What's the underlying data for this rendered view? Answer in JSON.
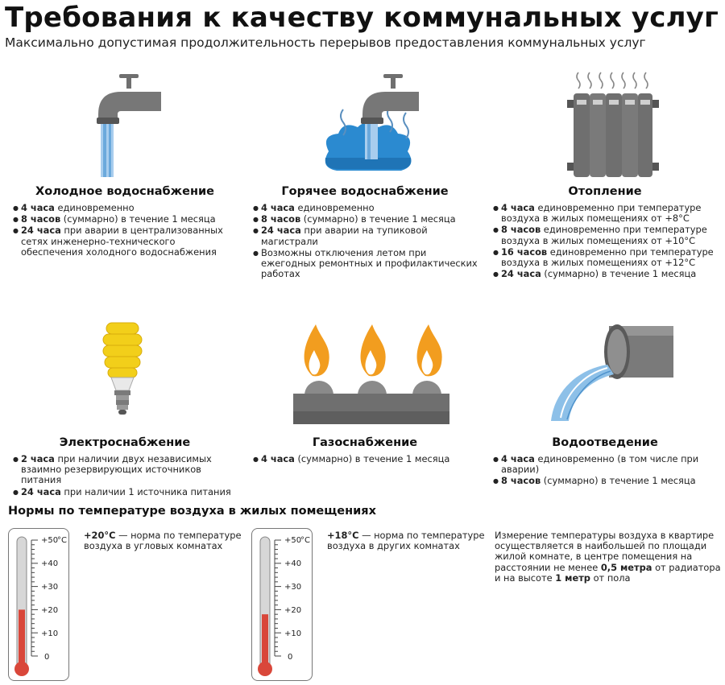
{
  "title": "Требования к качеству коммунальных услуг",
  "subtitle": "Максимально допустимая продолжительность перерывов предоставления коммунальных услуг",
  "services": [
    {
      "name": "Холодное водоснабжение",
      "icon": "cold-water-tap-icon",
      "items": [
        {
          "bold": "4 часа",
          "text": " единовременно"
        },
        {
          "bold": "8 часов",
          "text": " (суммарно) в течение 1 месяца"
        },
        {
          "bold": "24 часа",
          "text": " при аварии в централизованных сетях инженерно-технического обеспечения холодного водоснабжения"
        }
      ]
    },
    {
      "name": "Горячее водоснабжение",
      "icon": "hot-water-tap-icon",
      "items": [
        {
          "bold": "4 часа",
          "text": " единовременно"
        },
        {
          "bold": "8 часов",
          "text": " (суммарно) в течение 1 месяца"
        },
        {
          "bold": "24 часа",
          "text": " при аварии на тупиковой магистрали"
        },
        {
          "bold": "",
          "text": "Возможны отключения летом при ежегодных ремонтных и профилактических работах"
        }
      ]
    },
    {
      "name": "Отопление",
      "icon": "radiator-icon",
      "items": [
        {
          "bold": "4 часа",
          "text": " единовременно при температуре воздуха в жилых помещениях от +8°С"
        },
        {
          "bold": "8 часов",
          "text": " единовременно при температуре воздуха в жилых помещениях от +10°С"
        },
        {
          "bold": "16 часов",
          "text": " единовременно при температуре воздуха в жилых помещениях от +12°С"
        },
        {
          "bold": "24 часа",
          "text": " (суммарно) в течение 1 месяца"
        }
      ]
    },
    {
      "name": "Электроснабжение",
      "icon": "light-bulb-icon",
      "items": [
        {
          "bold": "2 часа",
          "text": " при наличии двух независимых взаимно резервирующих источников питания"
        },
        {
          "bold": "24 часа",
          "text": " при наличии 1 источника питания"
        }
      ]
    },
    {
      "name": "Газоснабжение",
      "icon": "gas-burner-icon",
      "items": [
        {
          "bold": "4 часа",
          "text": " (суммарно) в течение 1 месяца"
        }
      ]
    },
    {
      "name": "Водоотведение",
      "icon": "drain-pipe-icon",
      "items": [
        {
          "bold": "4 часа",
          "text": " единовременно (в том числе при аварии)"
        },
        {
          "bold": "8 часов",
          "text": " (суммарно) в течение 1 месяца"
        }
      ]
    }
  ],
  "norms": {
    "title": "Нормы по температуре воздуха в жилых помещениях",
    "scale_labels": [
      "+50",
      "+40",
      "+30",
      "+20",
      "+10",
      "0"
    ],
    "unit": "°С",
    "corner": {
      "bold": "+20°С",
      "text": " — норма по температуре воздуха в угловых комнатах",
      "level": 20
    },
    "other": {
      "bold": "+18°С",
      "text": " — норма по температуре воздуха в других комнатах",
      "level": 18
    },
    "measurement": {
      "part1": "Измерение температуры воздуха в квартире осуществляется в наибольшей по площади жилой комнате, в центре помещения на расстоянии не менее ",
      "bold1": "0,5 метра",
      "part2": " от радиатора и на высоте ",
      "bold2": "1 метр",
      "part3": " от пола"
    }
  },
  "colors": {
    "pipe": "#6f6f6f",
    "water": "#6ba9dc",
    "cloud": "#2b8ad0",
    "flame": "#f29d1f",
    "bulb": "#f2cf1a",
    "mercury": "#d9473a"
  }
}
